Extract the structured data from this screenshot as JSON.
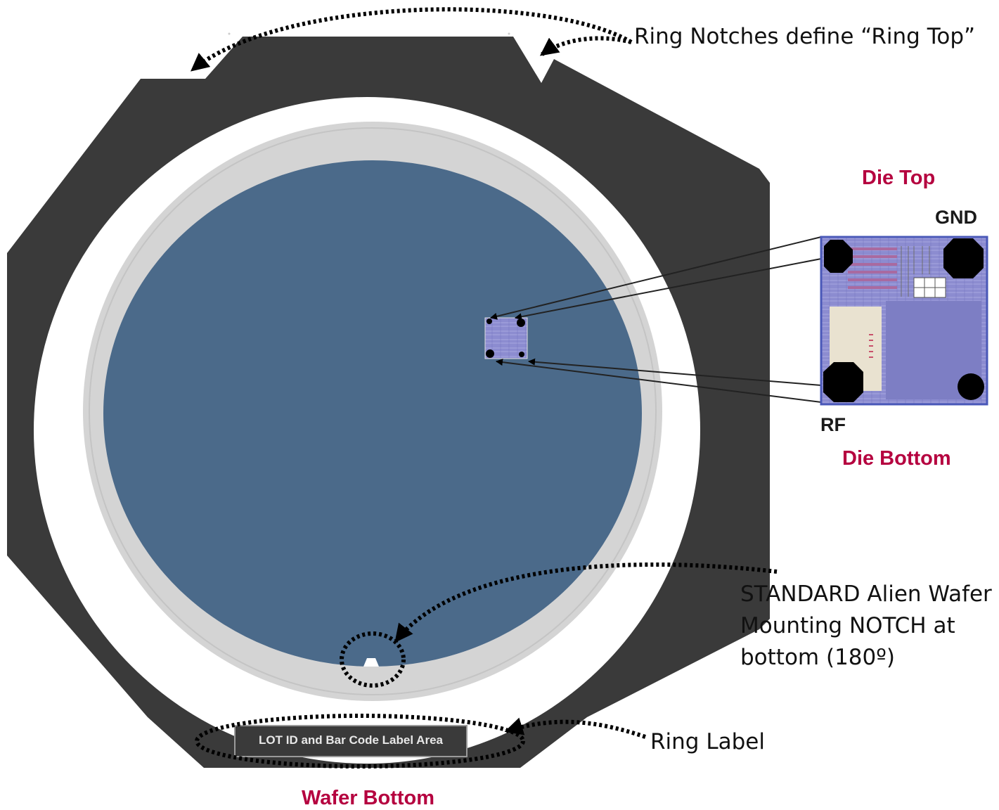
{
  "colors": {
    "ring": "#3a3a3a",
    "wafer": "#4b6a8a",
    "wafer_edge": "#d4d4d4",
    "accent_red": "#b5003f",
    "die": "#8e8ed0"
  },
  "callouts": {
    "ring_notches": "Ring Notches define “Ring Top”",
    "mounting_notch": [
      "STANDARD Alien Wafer",
      "Mounting NOTCH at",
      "bottom (180º)"
    ],
    "ring_label": "Ring Label"
  },
  "ring": {
    "label_area": "LOT ID and Bar Code Label Area"
  },
  "die": {
    "top": "Die Top",
    "bottom": "Die Bottom",
    "pad_gnd": "GND",
    "pad_rf": "RF"
  },
  "wafer_bottom": "Wafer Bottom"
}
